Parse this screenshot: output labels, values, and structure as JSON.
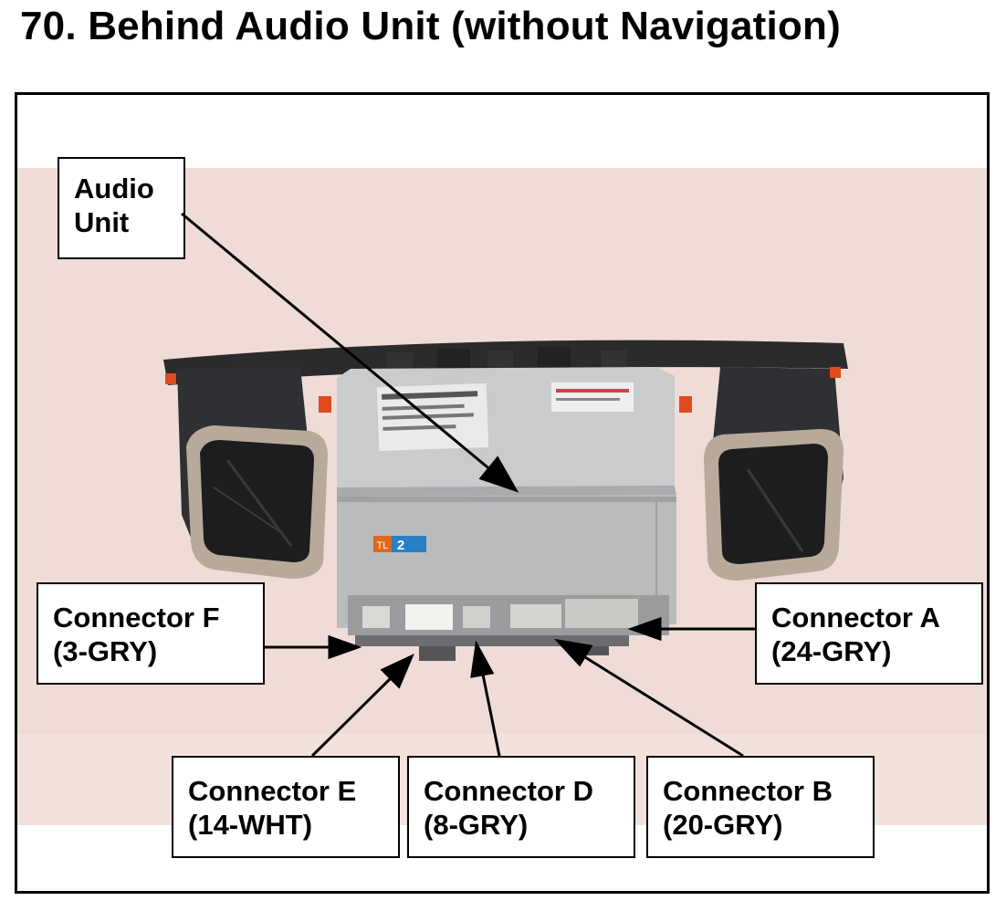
{
  "title": "70.  Behind Audio Unit (without Navigation)",
  "callouts": {
    "audio_unit": [
      "Audio",
      "Unit"
    ],
    "connector_f": [
      "Connector F",
      "(3-GRY)"
    ],
    "connector_a": [
      "Connector A",
      "(24-GRY)"
    ],
    "connector_e": [
      "Connector E",
      "(14-WHT)"
    ],
    "connector_d": [
      "Connector D",
      "(8-GRY)"
    ],
    "connector_b": [
      "Connector B",
      "(20-GRY)"
    ]
  },
  "unit_badge": {
    "text": "TL",
    "number": "2"
  },
  "colors": {
    "background": "#f0dcd6",
    "unit_body": "#b9bbbc",
    "bezel": "#2b2b2d",
    "vent_trim": "#b8aa9a",
    "clip": "#e04a1c"
  }
}
